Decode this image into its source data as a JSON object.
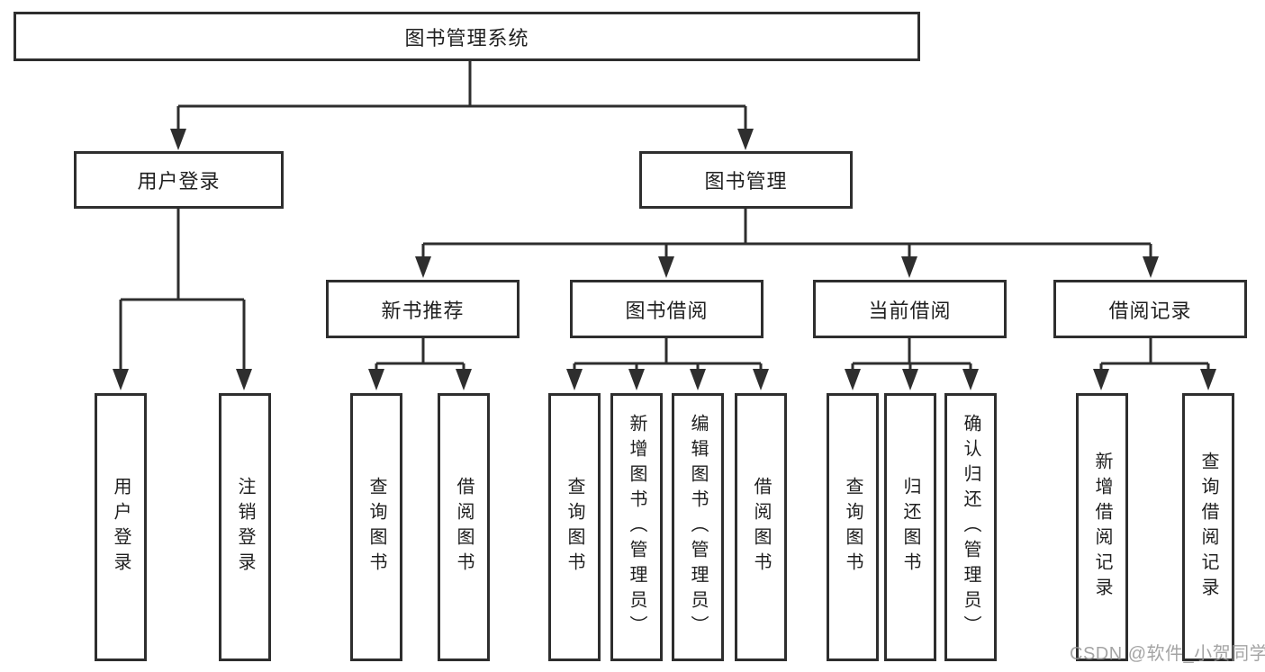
{
  "diagram": {
    "root": {
      "label": "图书管理系统"
    },
    "branches": [
      {
        "label": "用户登录",
        "children": [
          {
            "label": "用户登录"
          },
          {
            "label": "注销登录"
          }
        ]
      },
      {
        "label": "图书管理",
        "children": [
          {
            "label": "新书推荐",
            "children": [
              {
                "label": "查询图书"
              },
              {
                "label": "借阅图书"
              }
            ]
          },
          {
            "label": "图书借阅",
            "children": [
              {
                "label": "查询图书"
              },
              {
                "label": "新增图书（管理员）"
              },
              {
                "label": "编辑图书（管理员）"
              },
              {
                "label": "借阅图书"
              }
            ]
          },
          {
            "label": "当前借阅",
            "children": [
              {
                "label": "查询图书"
              },
              {
                "label": "归还图书"
              },
              {
                "label": "确认归还（管理员）"
              }
            ]
          },
          {
            "label": "借阅记录",
            "children": [
              {
                "label": "新增借阅记录"
              },
              {
                "label": "查询借阅记录"
              }
            ]
          }
        ]
      }
    ],
    "watermark": "CSDN @软件_小贺同学"
  },
  "colors": {
    "line": "#2e2e2e",
    "box_border": "#2e2e2e",
    "box_fill": "#ffffff",
    "text": "#1f1f1f",
    "watermark": "#949494",
    "background": "#ffffff"
  }
}
